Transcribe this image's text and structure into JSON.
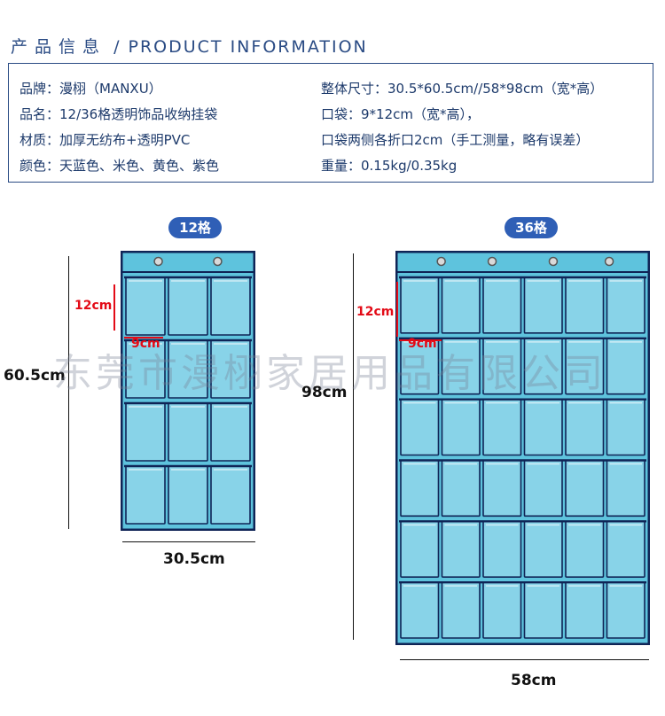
{
  "header": {
    "title_cn": "产品信息",
    "separator": "/",
    "title_en": "PRODUCT INFORMATION"
  },
  "info": {
    "left": [
      "品牌：漫栩（MANXU）",
      "品名：12/36格透明饰品收纳挂袋",
      "材质：加厚无纺布+透明PVC",
      "颜色：天蓝色、米色、黄色、紫色"
    ],
    "right": [
      "整体尺寸：30.5*60.5cm//58*98cm（宽*高）",
      "口袋：9*12cm（宽*高），",
      "口袋两侧各折口2cm（手工测量，略有误差）",
      "重量：0.15kg/0.35kg"
    ]
  },
  "small": {
    "badge": "12格",
    "height": "60.5cm",
    "width": "30.5cm",
    "pocket_h": "12cm",
    "pocket_w": "9cm"
  },
  "large": {
    "badge": "36格",
    "height": "98cm",
    "width": "58cm",
    "pocket_h": "12cm",
    "pocket_w": "9cm"
  },
  "watermark": "东莞市漫栩家居用品有限公司",
  "colors": {
    "fabric": "#5ec3dd",
    "pocket": "#8fd6ea",
    "trim": "#0f2456",
    "accent": "#2f5fb6",
    "red": "#e30b17"
  }
}
